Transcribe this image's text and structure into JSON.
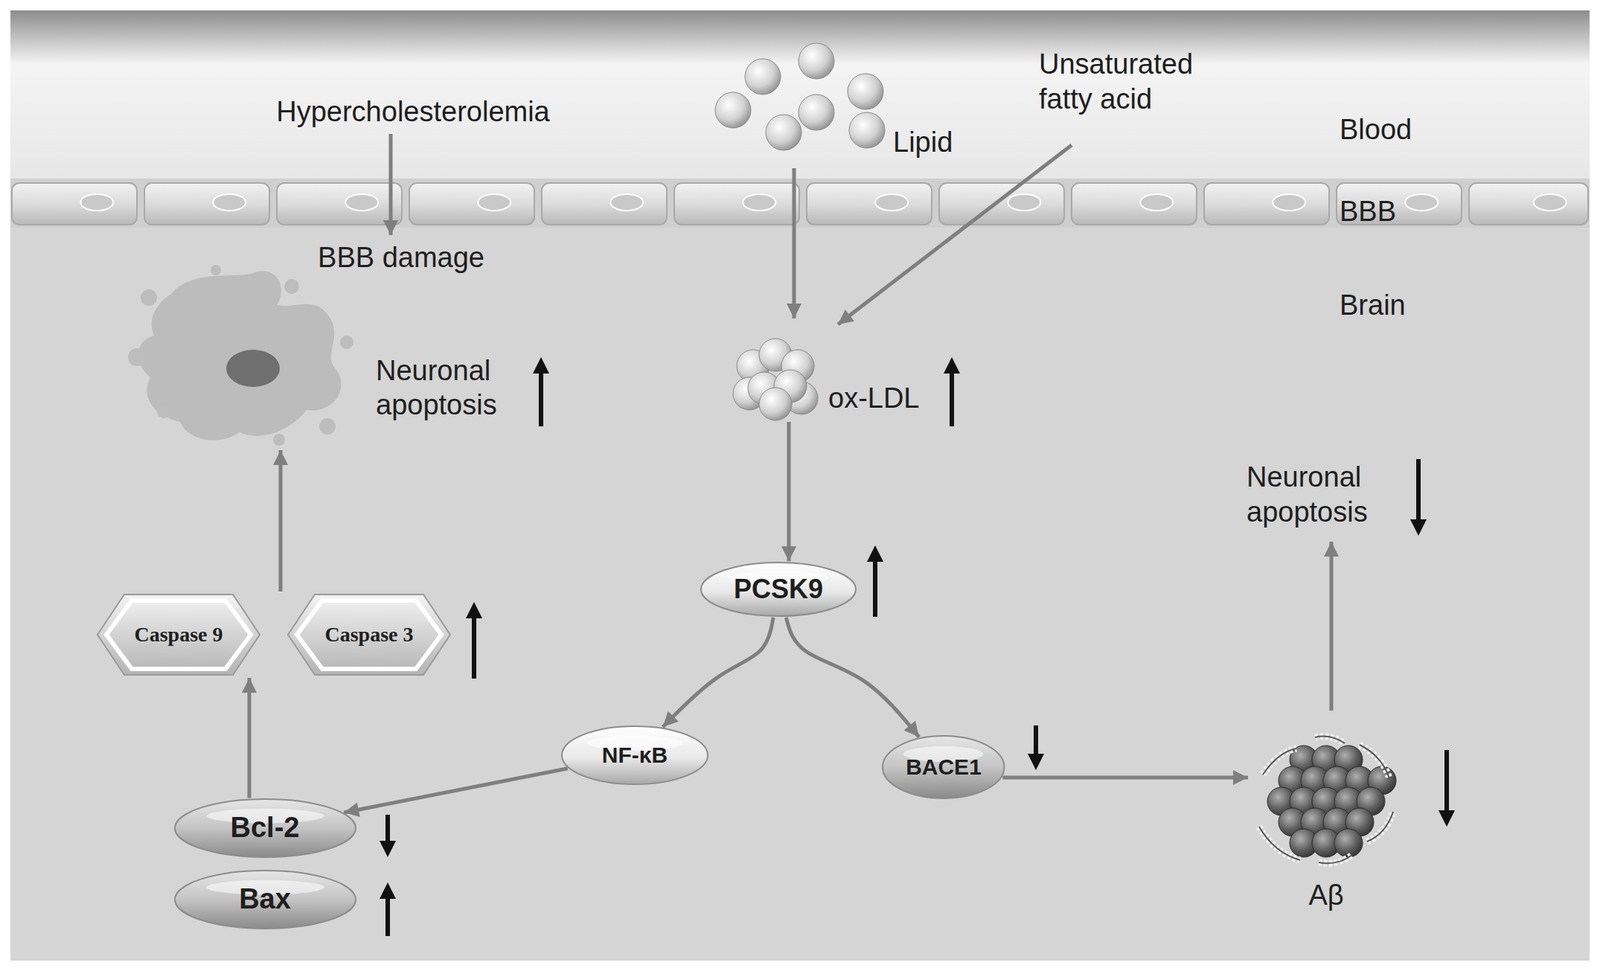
{
  "diagram": {
    "nodes": [
      {
        "text": [
          "ox-LDL"
        ]
      },
      {
        "text": [
          "PCSK9"
        ]
      },
      {
        "text": [
          "NF-κB"
        ]
      },
      {
        "text": [
          "BACE1"
        ]
      },
      {
        "text": [
          "Bcl-2"
        ]
      },
      {
        "text": [
          "Bax"
        ]
      },
      {
        "text": [
          "Caspase 9"
        ]
      },
      {
        "text": [
          "Caspase 3"
        ]
      },
      {
        "text": [
          "Aβ"
        ]
      },
      {
        "text": [
          "Neuronal apoptosis"
        ]
      }
    ],
    "edges": [
      {
        "from": 0,
        "to": 1,
        "arrow": "to"
      },
      {
        "from": 1,
        "to": 2,
        "arrow": "to"
      },
      {
        "from": 1,
        "to": 3,
        "arrow": "to"
      },
      {
        "from": 2,
        "to": 4,
        "arrow": "to"
      },
      {
        "from": 4,
        "to": 6,
        "arrow": "to"
      },
      {
        "from": 6,
        "to": 9,
        "arrow": "to"
      },
      {
        "from": 3,
        "to": 8,
        "arrow": "to"
      }
    ],
    "labels": [
      "Hypercholesterolemia",
      "BBB damage",
      "Lipid",
      "Unsaturated fatty acid",
      "Blood",
      "BBB",
      "Brain",
      "Neuronal apoptosis"
    ]
  }
}
